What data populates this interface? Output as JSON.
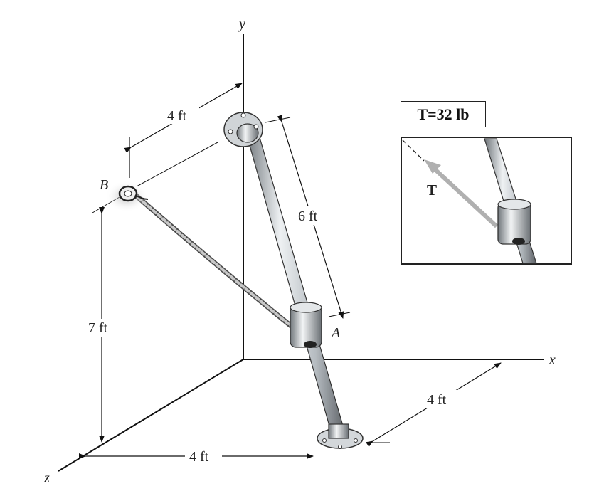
{
  "axes": {
    "x_label": "x",
    "y_label": "y",
    "z_label": "z"
  },
  "points": {
    "A": "A",
    "B": "B"
  },
  "dimensions": {
    "top_horizontal": "4 ft",
    "rod_length": "6 ft",
    "height_B": "7 ft",
    "bottom_z": "4 ft",
    "bottom_x": "4 ft"
  },
  "inset": {
    "tension_label": "T=32 lb",
    "force_symbol": "T"
  },
  "colors": {
    "rod": "#b7bdc2",
    "rope": "#9a9a9a",
    "force_arrow": "#b0b0b0"
  }
}
